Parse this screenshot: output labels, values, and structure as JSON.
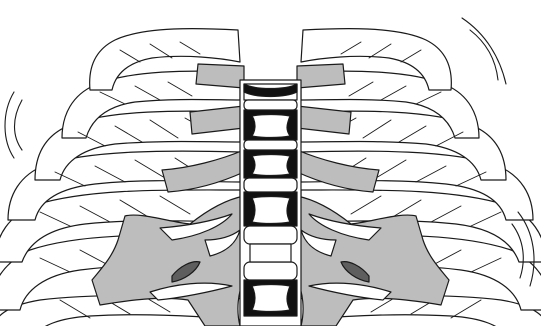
{
  "figure": {
    "colors": {
      "background": "#ffffff",
      "stroke": "#1a1a1a",
      "cartilage": "#bdbdbd",
      "cartilage_dark": "#5e5e5e",
      "bone": "#ffffff",
      "vertebra_dark": "#111111"
    },
    "rib_count_per_side": 7,
    "vertebra_count": 5,
    "motion_arc_groups": 4
  }
}
